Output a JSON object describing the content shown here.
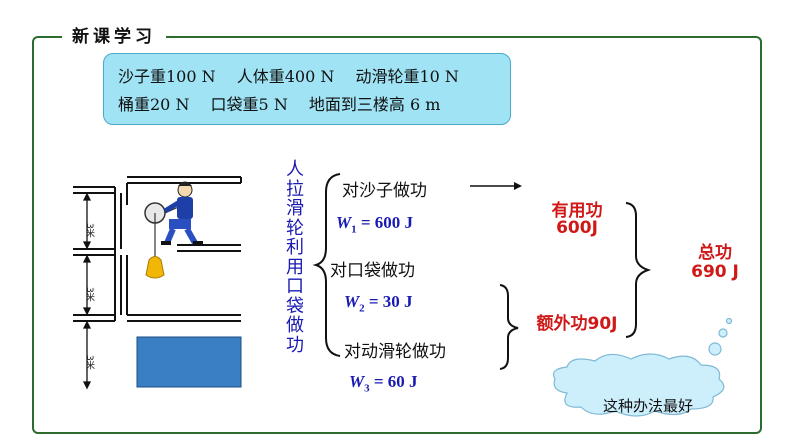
{
  "section_title": "新课学习",
  "given": {
    "line1": [
      "沙子重100 N",
      "人体重400 N",
      "动滑轮重10 N"
    ],
    "line2": [
      "桶重20 N",
      "口袋重5 N",
      "地面到三楼高 6 m"
    ]
  },
  "floor_label": "3米",
  "vertical_label": "人拉滑轮利用口袋做功",
  "work_items": {
    "sand": "对沙子做功",
    "bag": "对口袋做功",
    "pulley": "对动滑轮做功"
  },
  "formulas": {
    "w1": {
      "symbol": "W",
      "sub": "1",
      "value": " = 600 J"
    },
    "w2": {
      "symbol": "W",
      "sub": "2",
      "value": " = 30 J"
    },
    "w3": {
      "symbol": "W",
      "sub": "3",
      "value": " = 60 J"
    }
  },
  "results": {
    "useful_label": "有用功",
    "useful_value": "600J",
    "extra": "额外功90J",
    "total_label": "总功",
    "total_value": "690 J"
  },
  "cloud_text": "这种办法最好",
  "colors": {
    "blue": "#1a1ab3",
    "red": "#d01818",
    "frame": "#2e6b2e",
    "box": "#9fe3f4",
    "water": "#3a7fc4"
  }
}
